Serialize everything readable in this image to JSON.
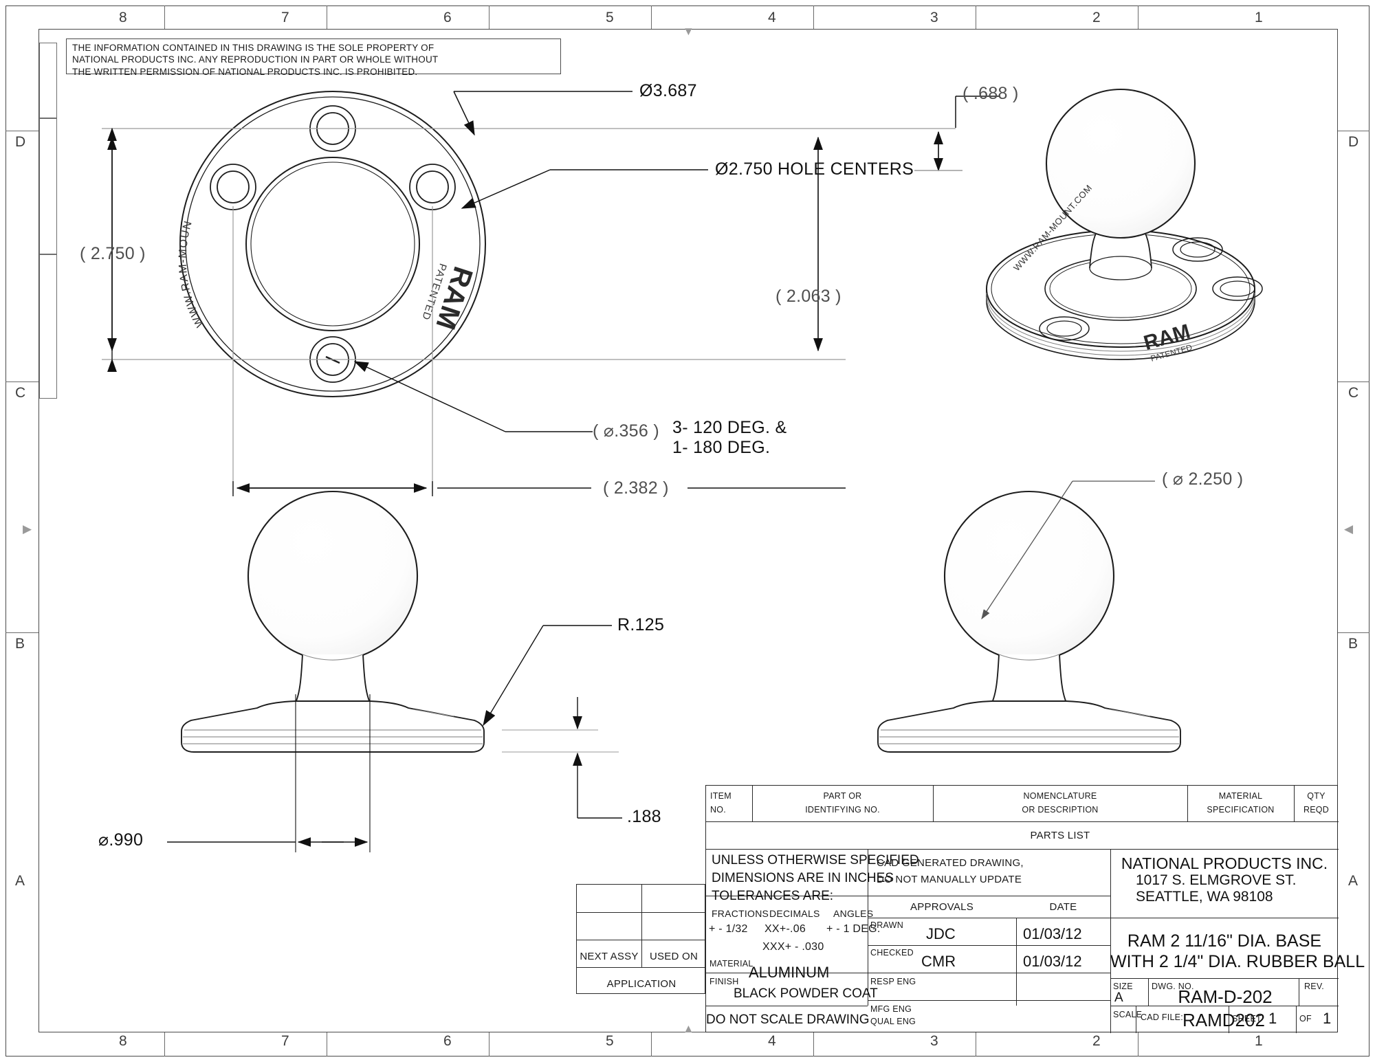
{
  "sheet": {
    "zones_top": [
      "8",
      "7",
      "6",
      "5",
      "4",
      "3",
      "2",
      "1"
    ],
    "zones_bottom": [
      "8",
      "7",
      "6",
      "5",
      "4",
      "3",
      "2",
      "1"
    ],
    "zones_left": [
      "D",
      "C",
      "B",
      "A"
    ],
    "zones_right": [
      "D",
      "C",
      "B",
      "A"
    ]
  },
  "legal": {
    "line1": "THE INFORMATION CONTAINED IN THIS DRAWING IS THE SOLE PROPERTY OF",
    "line2": "NATIONAL PRODUCTS INC. ANY REPRODUCTION IN PART OR WHOLE WITHOUT",
    "line3": "THE WRITTEN PERMISSION OF NATIONAL PRODUCTS INC. IS PROHIBITED."
  },
  "dimensions": {
    "outer_dia": "Ø3.687",
    "hole_centers": "Ø2.750 HOLE CENTERS",
    "height_688": "( .688 )",
    "vert_2750": "( 2.750 )",
    "vert_2063": "( 2.063 )",
    "horiz_2382": "( 2.382 )",
    "hole_dia": "( ⌀.356 )",
    "hole_note_line1": "3- 120 DEG. &",
    "hole_note_line2": "1- 180 DEG.",
    "radius": "R.125",
    "thickness": ".188",
    "neck_dia": "⌀.990",
    "ball_dia": "( ⌀ 2.250 )"
  },
  "part_marks": {
    "url": "WWW.RAM-MOUNT.COM",
    "brand": "RAM",
    "patent": "PATENTED"
  },
  "title_block": {
    "parts_list": {
      "item_no": "ITEM\nNO.",
      "item_no_l1": "ITEM",
      "item_no_l2": "NO.",
      "part_or_l1": "PART   OR",
      "part_or_l2": "IDENTIFYING NO.",
      "nomenclature_l1": "NOMENCLATURE",
      "nomenclature_l2": "OR DESCRIPTION",
      "material_spec_l1": "MATERIAL",
      "material_spec_l2": "SPECIFICATION",
      "qty_reqd_l1": "QTY",
      "qty_reqd_l2": "REQD",
      "parts_list_label": "PARTS   LIST"
    },
    "notes": {
      "unless_l1": "UNLESS  OTHERWISE  SPECIFIED",
      "unless_l2": "DIMENSIONS  ARE  IN  INCHES",
      "unless_l3": "TOLERANCES  ARE:",
      "tol_head_fractions": "FRACTIONS",
      "tol_head_decimals": "DECIMALS",
      "tol_head_angles": "ANGLES",
      "tol_fractions": "+ - 1/32",
      "tol_decimals_xx": "XX+-.06",
      "tol_angles": "+ - 1 DEG.",
      "tol_decimals_xxx": "XXX+ - .030",
      "cad_l1": "CAD GENERATED DRAWING,",
      "cad_l2": "DO  NOT  MANUALLY  UPDATE"
    },
    "fields": {
      "material_label": "MATERIAL",
      "material_value": "ALUMINUM",
      "finish_label": "FINISH",
      "finish_value": "BLACK POWDER COAT",
      "do_not_scale": "DO  NOT  SCALE  DRAWING",
      "next_assy": "NEXT ASSY",
      "used_on": "USED ON",
      "application": "APPLICATION"
    },
    "approvals": {
      "approvals_label": "APPROVALS",
      "date_label": "DATE",
      "rows": [
        {
          "role": "DRAWN",
          "initials": "JDC",
          "date": "01/03/12"
        },
        {
          "role": "CHECKED",
          "initials": "CMR",
          "date": "01/03/12"
        },
        {
          "role": "RESP ENG",
          "initials": "",
          "date": ""
        },
        {
          "role": "MFG ENG",
          "initials": "",
          "date": ""
        },
        {
          "role": "QUAL ENG",
          "initials": "",
          "date": ""
        }
      ]
    },
    "company": {
      "name": "NATIONAL PRODUCTS INC.",
      "address1": "1017 S. ELMGROVE ST.",
      "address2": "SEATTLE, WA 98108"
    },
    "title": {
      "line1": "RAM 2 11/16\" DIA. BASE",
      "line2": "WITH 2 1/4\" DIA. RUBBER BALL"
    },
    "identification": {
      "size_label": "SIZE",
      "size_value": "A",
      "dwg_no_label": "DWG. NO.",
      "dwg_no_value": "RAM-D-202",
      "rev_label": "REV.",
      "rev_value": "",
      "scale_label": "SCALE",
      "scale_value": "",
      "cad_file_label": "CAD  FILE:",
      "cad_file_value": "RAMD202",
      "sheet_label": "SHEET",
      "sheet_value": "1",
      "of_label": "OF",
      "of_value": "1"
    }
  }
}
